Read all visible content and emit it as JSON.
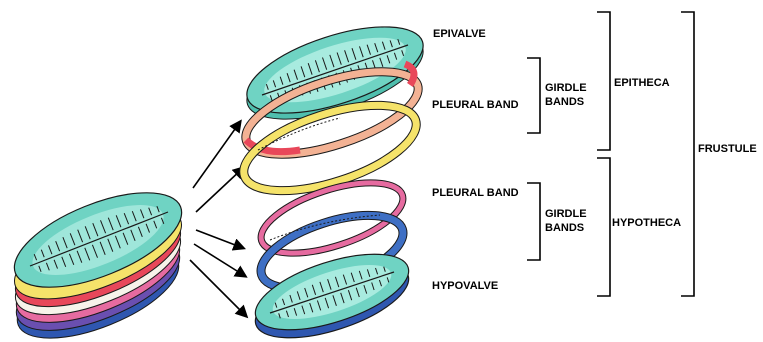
{
  "labels": {
    "epivalve": "EPIVALVE",
    "pleural_band_top": "PLEURAL BAND",
    "pleural_band_bottom": "PLEURAL BAND",
    "hypovalve": "HYPOVALVE",
    "girdle_top_line1": "GIRDLE",
    "girdle_top_line2": "BANDS",
    "girdle_bottom_line1": "GIRDLE",
    "girdle_bottom_line2": "BANDS",
    "epitheca": "EPITHECA",
    "hypotheca": "HYPOTHECA",
    "frustule": "FRUSTULE"
  },
  "colors": {
    "valve_teal": "#6fd3c3",
    "valve_light": "#b6efe6",
    "pleural_top_band_red": "#e8475a",
    "pleural_top_band_peach": "#f3b294",
    "yellow_band": "#f5e36a",
    "pink_band": "#e66ba0",
    "blue_band": "#2f57b0",
    "outline": "#1a1a1a"
  }
}
